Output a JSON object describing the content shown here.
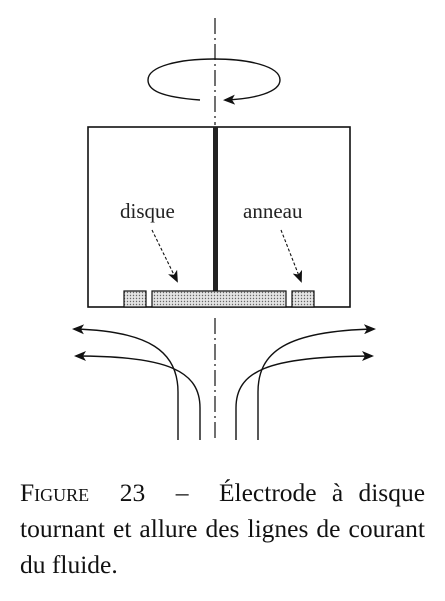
{
  "diagram": {
    "label_disk": "disque",
    "label_ring": "anneau"
  },
  "caption": {
    "figure_word": "Figure",
    "figure_number": "23",
    "dash": "–",
    "text": "Électrode à disque tournant et allure des lignes de courant du fluide."
  }
}
